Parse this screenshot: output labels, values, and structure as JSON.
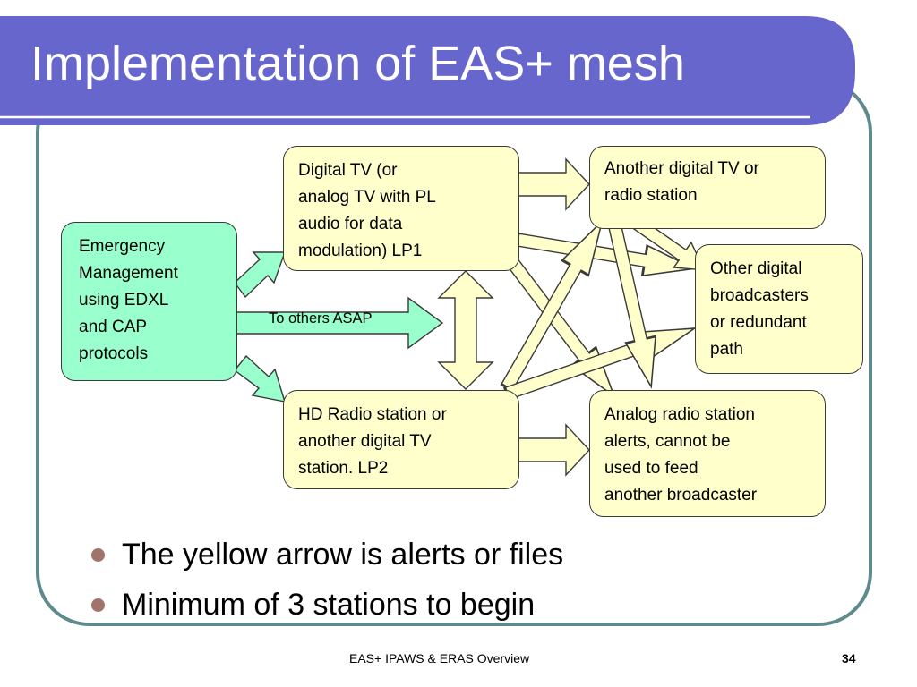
{
  "title": "Implementation of EAS+ mesh",
  "colors": {
    "title_band": "#6666cc",
    "frame": "#5f8a8b",
    "box_yellow": "#ffffcc",
    "box_green": "#99ffcc",
    "bullet": "#a2736a"
  },
  "diagram": {
    "emergency_management": [
      "Emergency",
      "Management",
      "using EDXL",
      "and CAP",
      "protocols"
    ],
    "lp1": [
      "Digital TV (or",
      "analog TV with PL",
      "audio for data",
      "modulation) LP1"
    ],
    "lp2": [
      "HD Radio station or",
      "another digital TV",
      "station.  LP2"
    ],
    "another_station": [
      "Another digital TV or",
      "radio station"
    ],
    "other_broadcasters": [
      "Other digital",
      "broadcasters",
      "or redundant",
      "path"
    ],
    "analog_radio": [
      "Analog radio station",
      "alerts, cannot be",
      "used to feed",
      "another broadcaster"
    ],
    "to_others_label": "To others ASAP"
  },
  "bullets": [
    "The yellow arrow is alerts or files",
    "Minimum of 3 stations to begin"
  ],
  "footer": {
    "text": "EAS+ IPAWS & ERAS Overview",
    "page_number": "34"
  }
}
